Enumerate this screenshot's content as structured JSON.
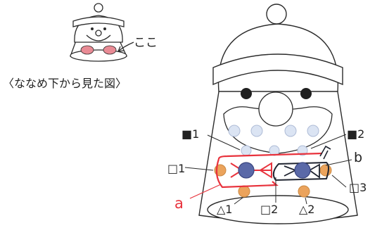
{
  "thumbnail": {
    "callout": "ここ",
    "caption": "〈ななめ下から見た図〉"
  },
  "labels": {
    "filled_square_1": "■1",
    "filled_square_2": "■2",
    "open_square_1": "□1",
    "open_square_2": "□2",
    "open_square_3": "□3",
    "triangle_1": "△1",
    "triangle_2": "△2",
    "loop_a": "a",
    "loop_b": "b"
  },
  "colors": {
    "outline": "#2b2b2b",
    "loop_a": "#e8323c",
    "loop_b": "#1f2430",
    "blue_bead": "#5a69a8",
    "pale_bead": "#dbe4f3",
    "orange_bead": "#eba35c",
    "pink_mitten": "#e98b95"
  }
}
